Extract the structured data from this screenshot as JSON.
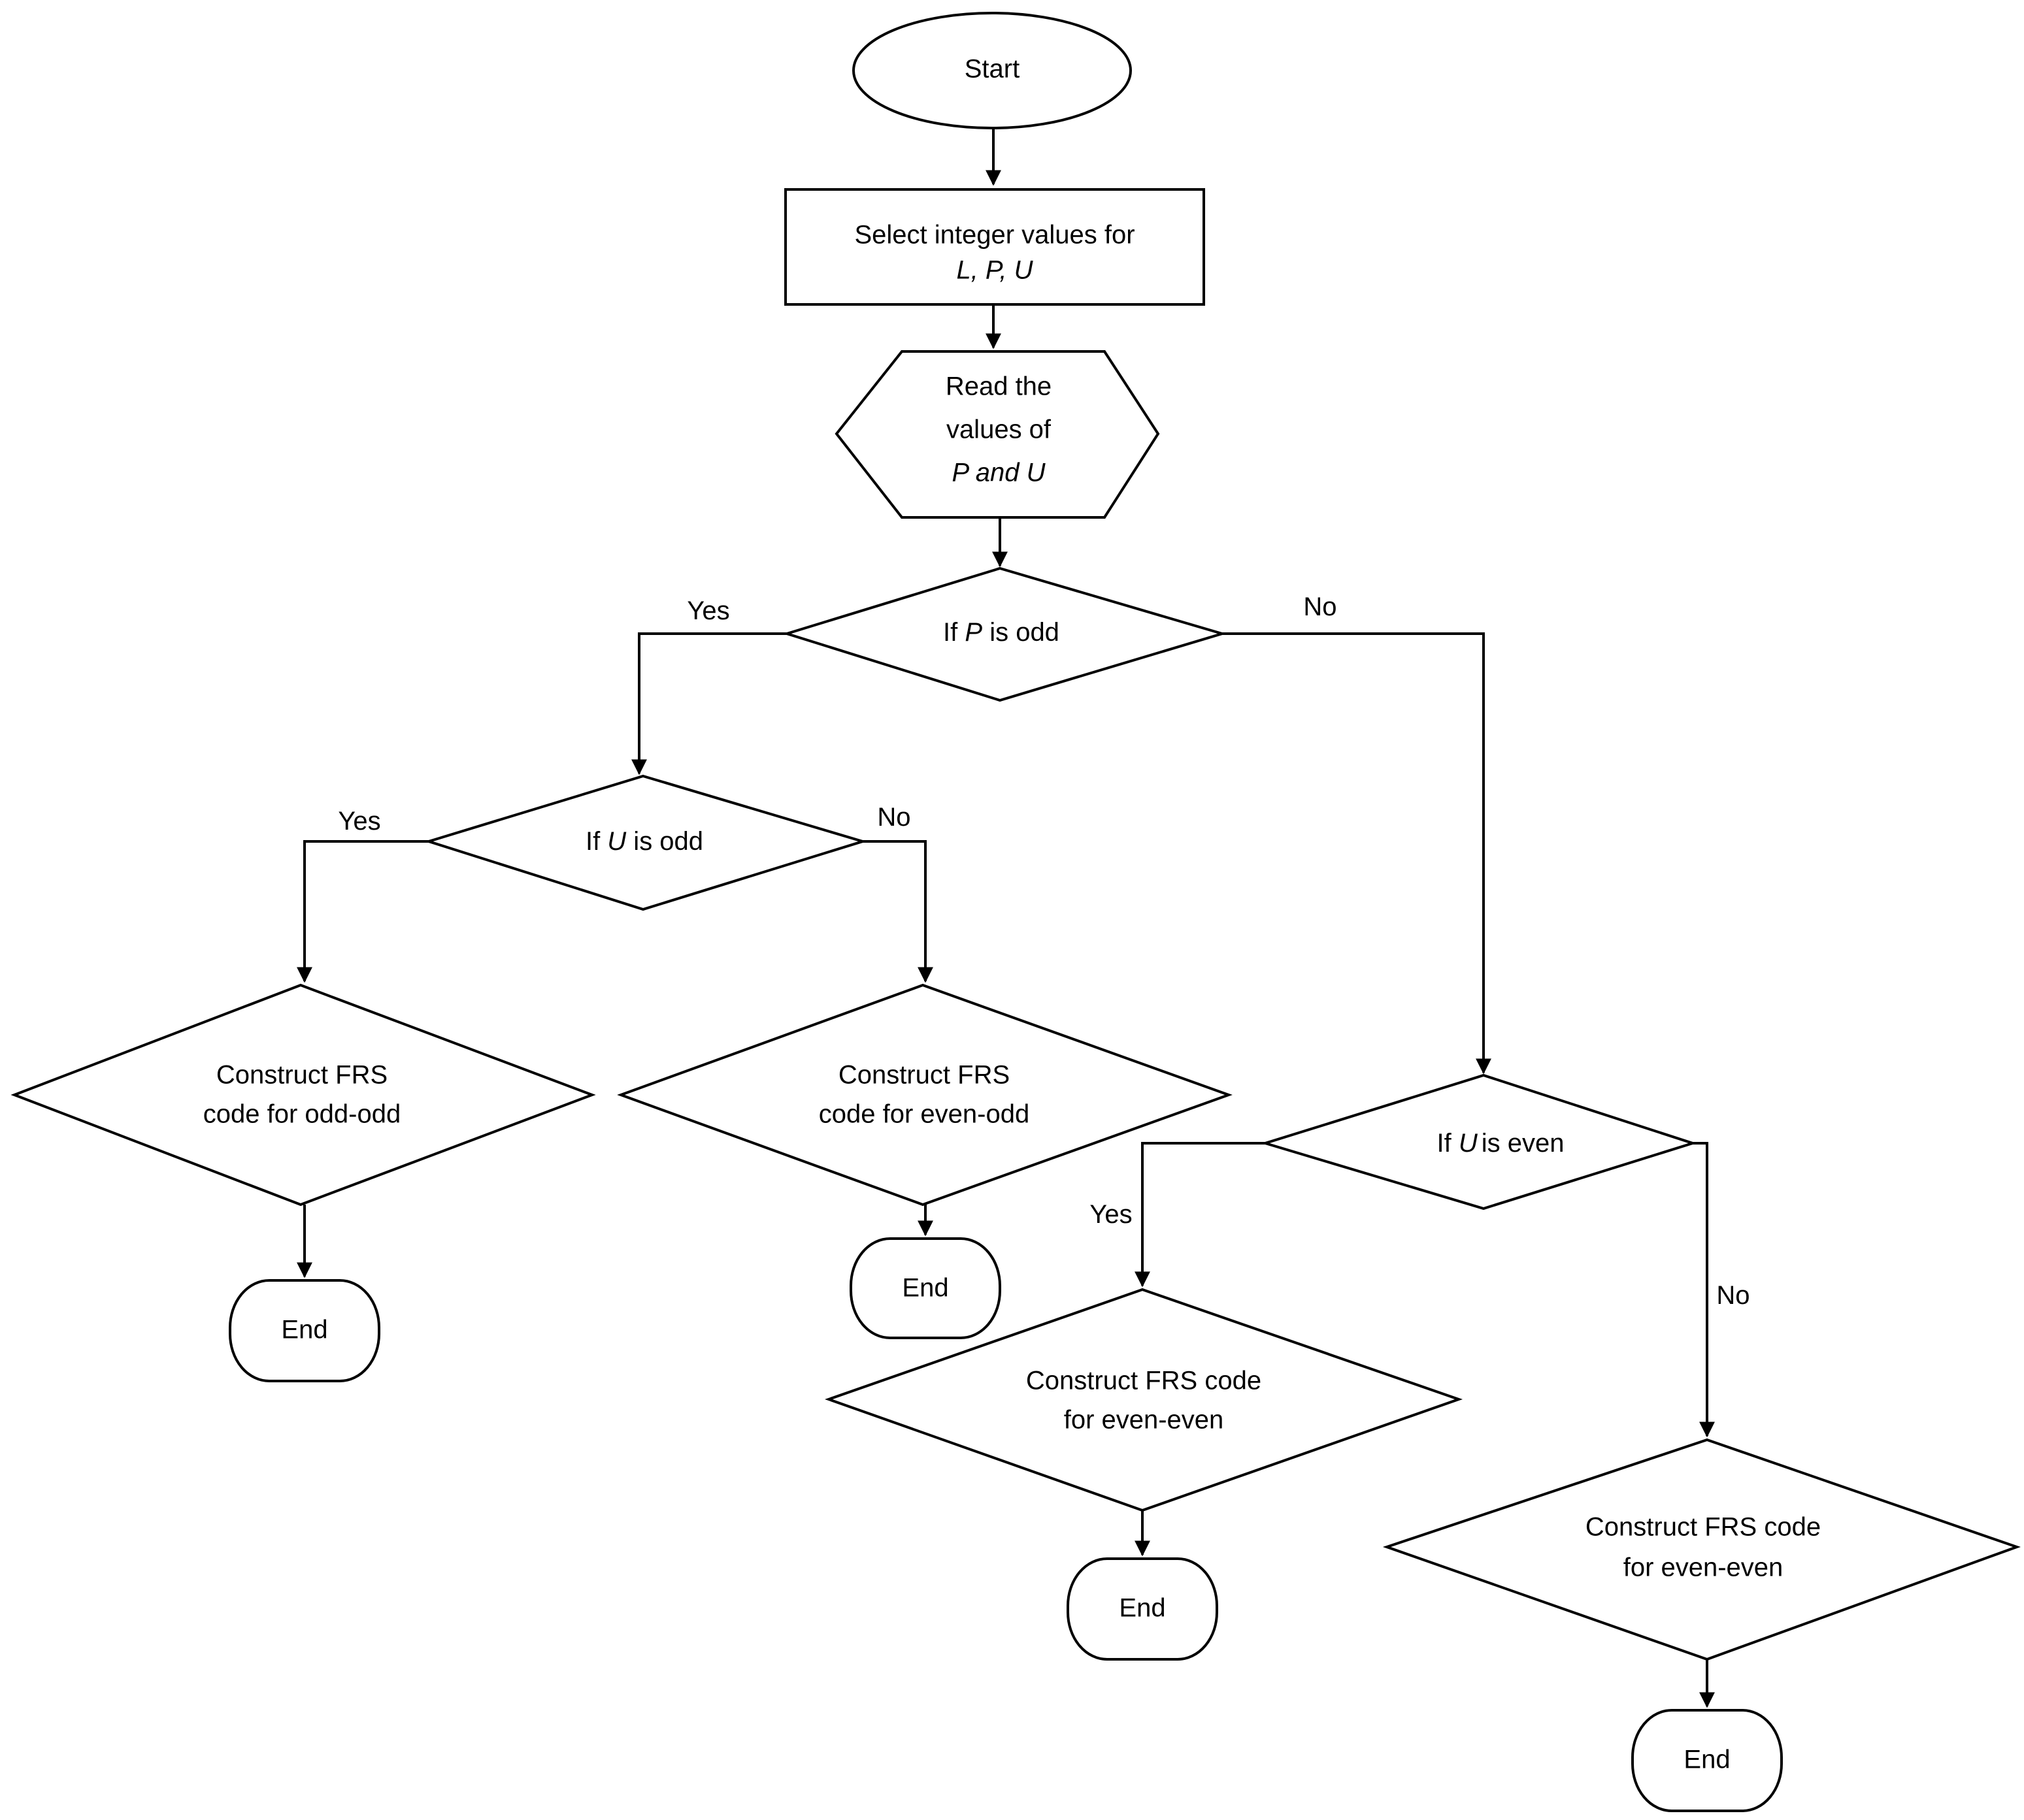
{
  "colors": {
    "stroke": "#000000",
    "fill": "#ffffff"
  },
  "nodes": {
    "start": "Start",
    "select": {
      "line1": "Select integer values for",
      "line2": "L, P, U"
    },
    "read": {
      "line1": "Read the",
      "line2": "values of",
      "line3": "P and U"
    },
    "p_odd": {
      "prefix": "If ",
      "var": "P",
      "suffix": " is odd"
    },
    "u_odd": {
      "prefix": "If ",
      "var": "U",
      "suffix": " is odd"
    },
    "u_even": {
      "prefix": "If ",
      "var": "U",
      "suffix": "is even"
    },
    "odd_odd": {
      "line1": "Construct FRS",
      "line2": "code for odd-odd"
    },
    "even_odd": {
      "line1": "Construct FRS",
      "line2": "code for even-odd"
    },
    "even_even_1": {
      "line1": "Construct FRS code",
      "line2": "for even-even"
    },
    "even_even_2": {
      "line1": "Construct FRS code",
      "line2": "for even-even"
    },
    "end": "End"
  },
  "edge_labels": {
    "p_yes": "Yes",
    "p_no": "No",
    "u_odd_yes": "Yes",
    "u_odd_no": "No",
    "u_even_yes": "Yes",
    "u_even_no": "No"
  }
}
